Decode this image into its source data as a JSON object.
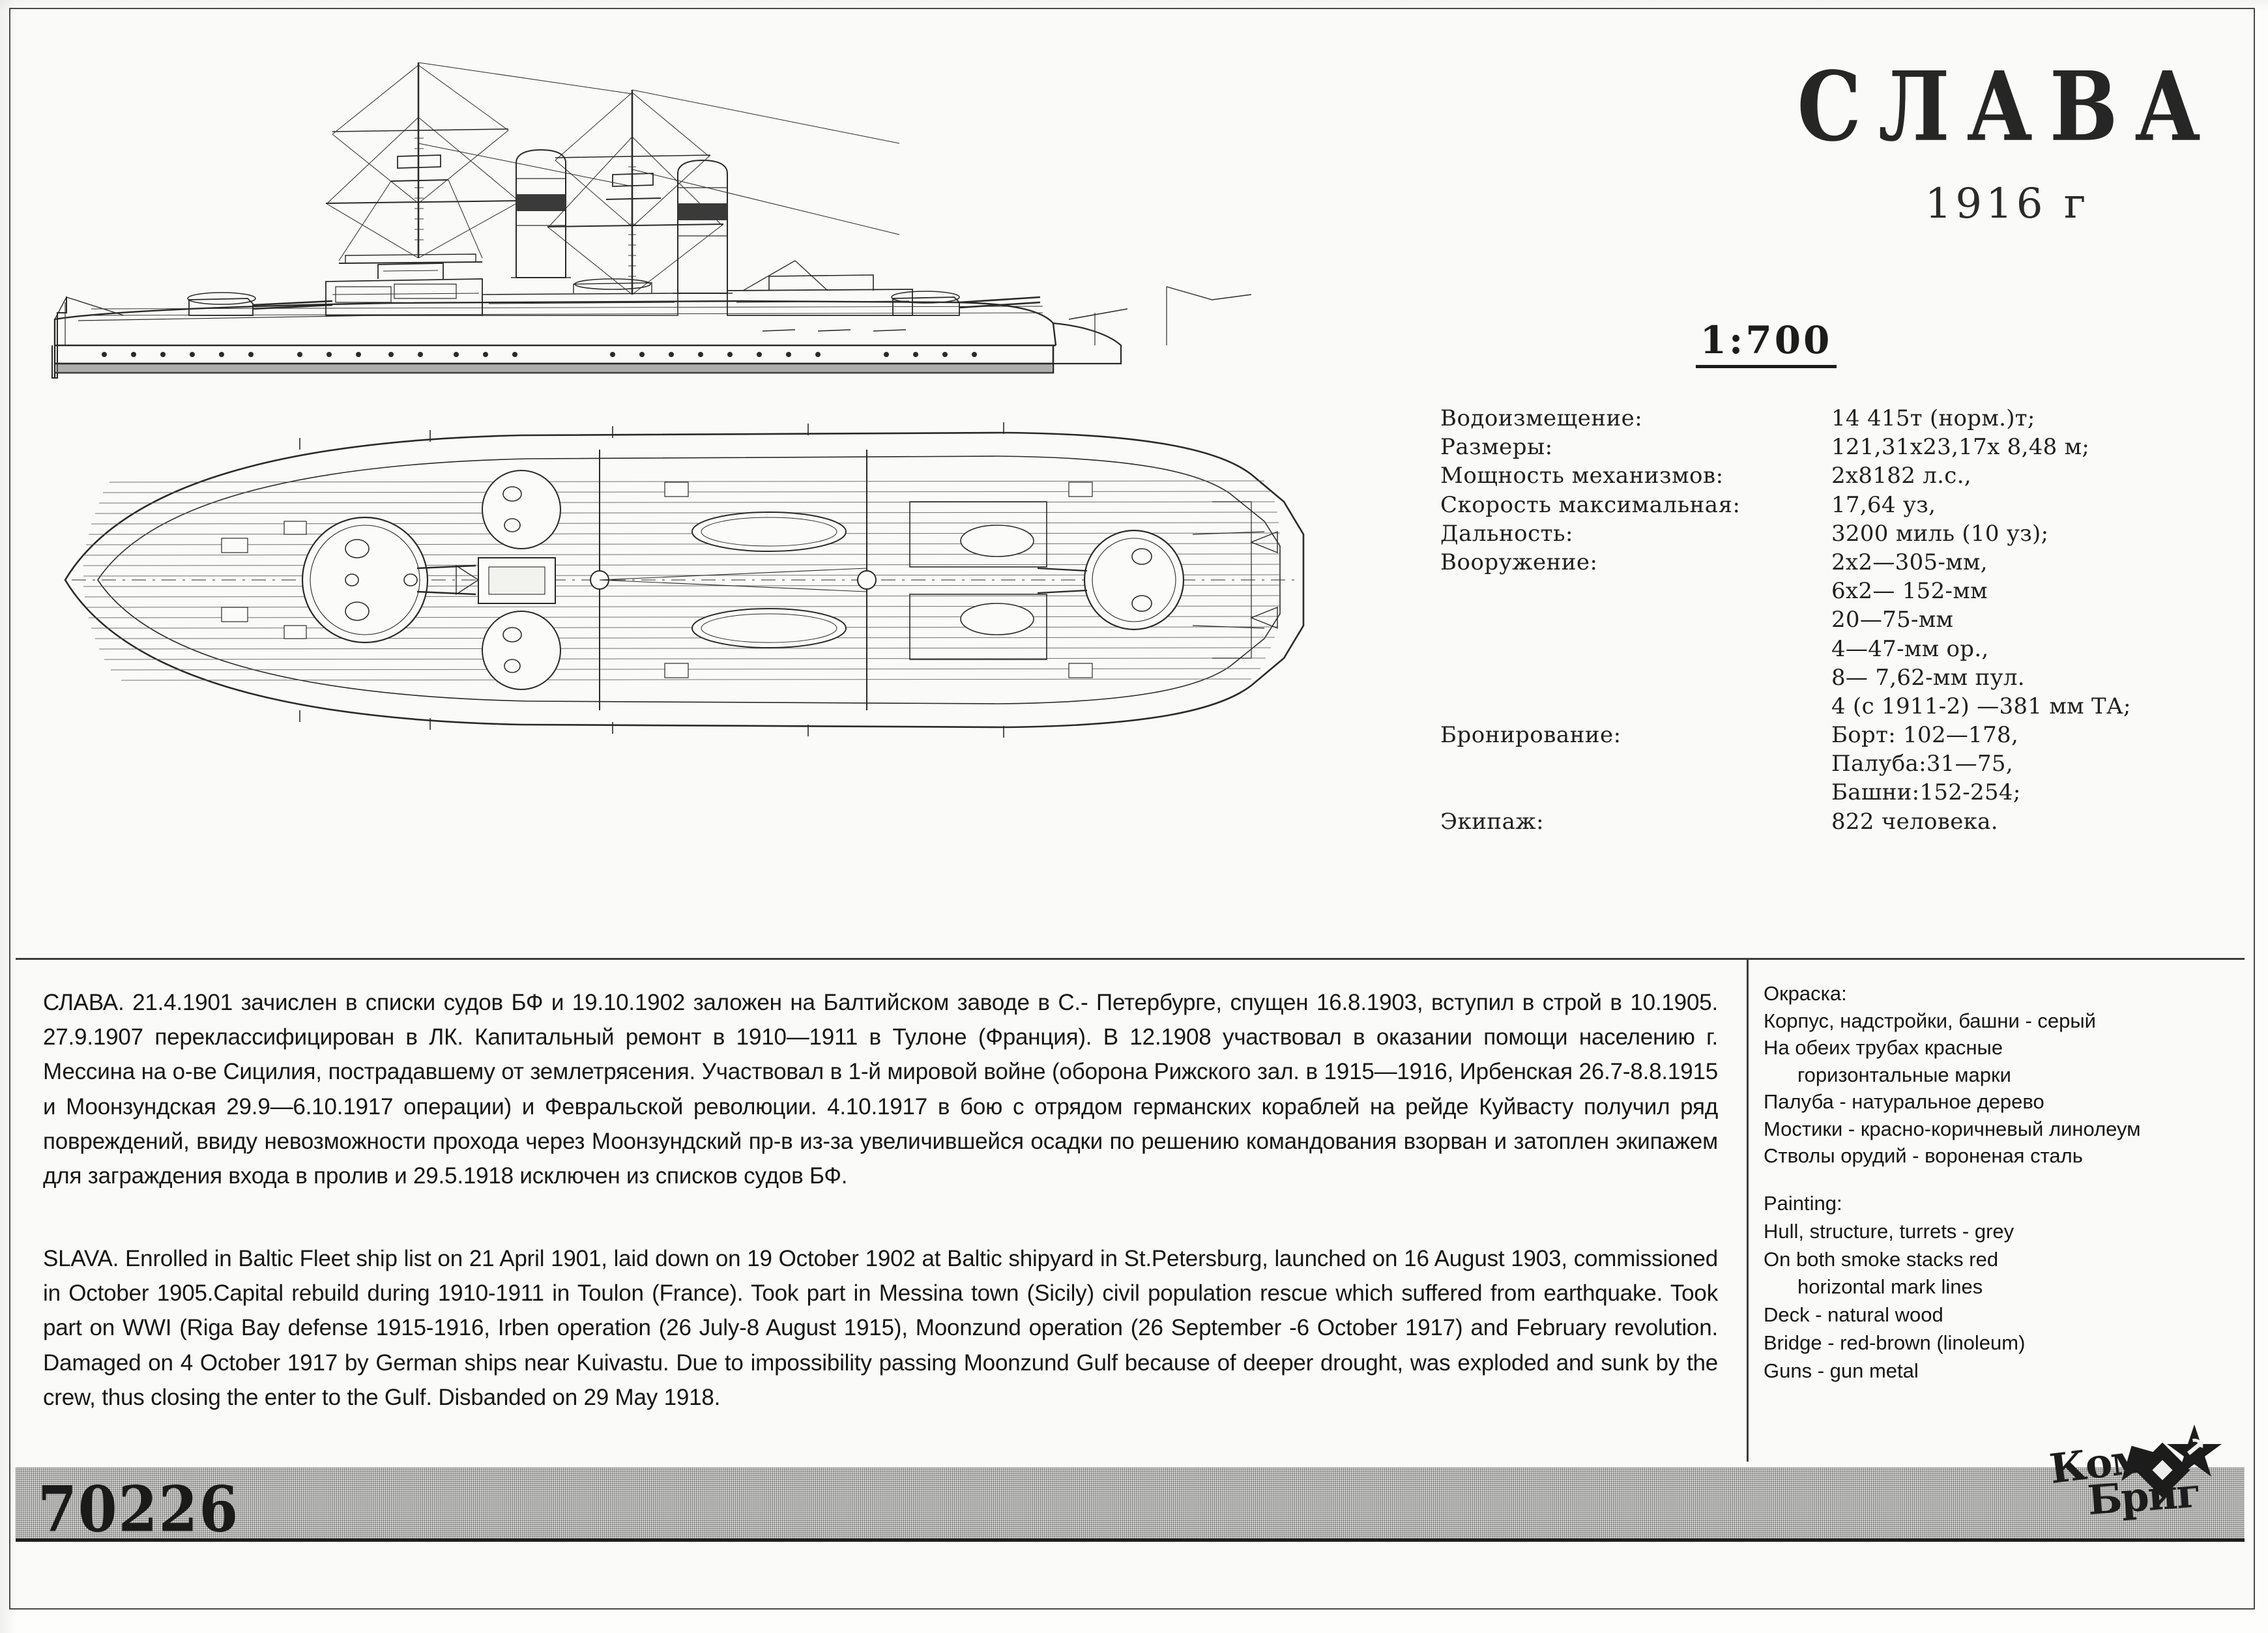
{
  "title": {
    "ship_name": "СЛАВА",
    "year": "1916 г",
    "scale": "1:700"
  },
  "specs": {
    "rows": [
      {
        "label": "Водоизмещение:",
        "value": "14 415т (норм.)т;"
      },
      {
        "label": "Размеры:",
        "value": "121,31x23,17x 8,48 м;"
      },
      {
        "label": "Мощность механизмов:",
        "value": "2х8182 л.с.,"
      },
      {
        "label": "Скорость максимальная:",
        "value": "17,64   уз,"
      },
      {
        "label": "Дальность:",
        "value": "3200 миль (10 уз);"
      },
      {
        "label": "Вооружение:",
        "value": "2х2—305-мм,"
      },
      {
        "label": "",
        "value": "6х2— 152-мм"
      },
      {
        "label": "",
        "value": "20—75-мм"
      },
      {
        "label": "",
        "value": "4—47-мм ор.,"
      },
      {
        "label": "",
        "value": "8— 7,62-мм пул."
      },
      {
        "label": "",
        "value": "4 (с 1911-2) —381 мм ТА;"
      },
      {
        "label": "Бронирование:",
        "value": "Борт: 102—178,"
      },
      {
        "label": "",
        "value": "Палуба:31—75,"
      },
      {
        "label": "",
        "value": "Башни:152-254;"
      },
      {
        "label": "Экипаж:",
        "value": "822 человека."
      }
    ]
  },
  "history_ru": "СЛАВА. 21.4.1901 зачислен в списки судов БФ и 19.10.1902 заложен на Балтийском заводе в С.- Петербурге, спущен 16.8.1903, вступил в строй в 10.1905. 27.9.1907 переклассифицирован в ЛК. Капитальный ремонт в 1910—1911   в   Тулоне   (Франция). В 12.1908 участвовал в оказании помощи  населению  г.    Мессина на о-ве Сицилия, пострадавшему от землетрясения. Участвовал в 1-й мировой войне (оборона Рижского зал. в 1915—1916, Ирбенская 26.7-8.8.1915 и Моонзундская 29.9—6.10.1917 операции) и Февральской революции. 4.10.1917 в бою с отрядом германских кораблей на рейде Куйвасту получил ряд повреждений, ввиду невозможности прохода через Моонзундский пр-в из-за увеличившейся осадки по решению командования взорван и затоплен экипажем для  заграждения входа в пролив и 29.5.1918 исключен из списков судов БФ.",
  "history_en": "SLAVA. Enrolled in Baltic Fleet ship list on 21 April 1901, laid down on 19 October 1902 at Baltic shipyard in St.Petersburg, launched on 16 August 1903, commissioned in October 1905.Capital rebuild during 1910-1911 in Toulon (France). Took part in Messina town (Sicily) civil population rescue which suffered from earthquake. Took part on WWI (Riga Bay defense 1915-1916, Irben operation (26 July-8 August 1915), Moonzund operation (26 September -6 October 1917) and February revolution. Damaged on 4 October 1917 by German ships near Kuivastu. Due to impossibility passing Moonzund Gulf because of deeper drought, was exploded and sunk by the crew, thus closing the enter to the Gulf.   Disbanded on 29 May 1918.",
  "painting_ru": {
    "heading": "Окраска:",
    "lines": [
      "Корпус, надстройки, башни - серый",
      "На обеих трубах красные",
      "горизонтальные марки",
      "Палуба - натуральное дерево",
      "Мостики - красно-коричневый линолеум",
      "Стволы орудий - вороненая сталь"
    ]
  },
  "painting_en": {
    "heading": "Painting:",
    "lines": [
      "Hull, structure, turrets - grey",
      "On both smoke stacks red",
      "horizontal mark lines",
      "Deck - natural wood",
      "Bridge - red-brown (linoleum)",
      "Guns - gun metal"
    ]
  },
  "footer": {
    "kit_number": "70226",
    "brand_top": "Ком",
    "brand_bottom": "Бриг"
  },
  "colors": {
    "ink": "#1a1a1a",
    "paper": "#fdfdfb",
    "rule": "#3d3d3d"
  }
}
